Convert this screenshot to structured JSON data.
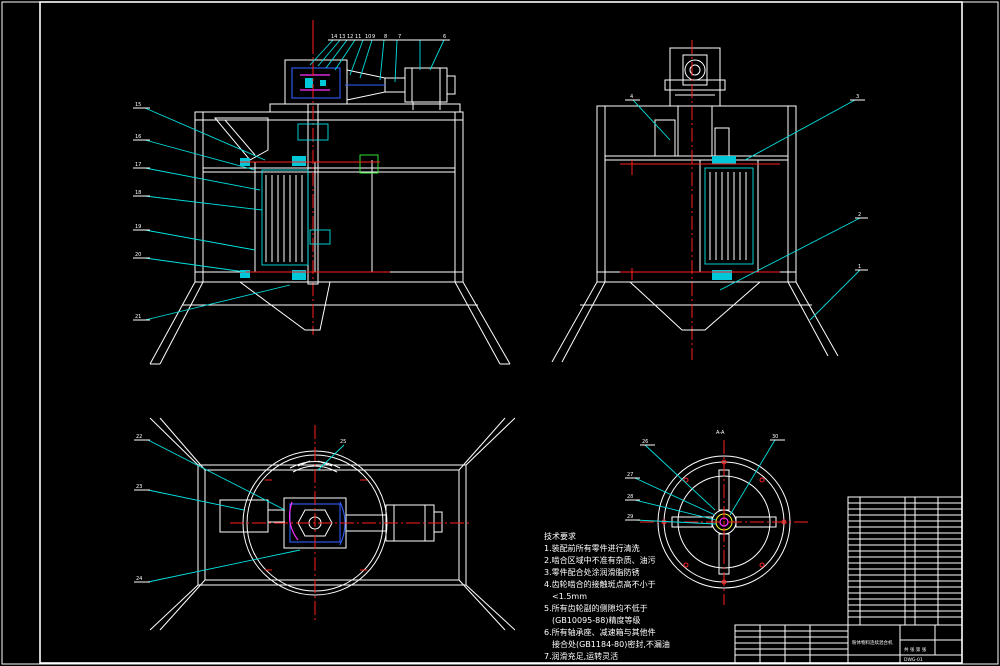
{
  "drawing": {
    "technical_notes": {
      "heading": "技术要求",
      "items": [
        "1.装配前所有零件进行清洗",
        "2.啮合区域中不准有杂质、油污",
        "3.零件配合处涂润滑脂防锈",
        "4.齿轮啮合的接触斑点高不小于",
        "<1.5mm",
        "5.所有齿轮副的侧隙均不低于",
        "(GB10095-88)精度等级",
        "6.所有轴承座、减速箱与其他件",
        "接合处(GB1184-80)密封,不漏油",
        "7.润滑充足,运转灵活"
      ]
    },
    "title_block": {
      "title": "粉体物料连续混合机",
      "drawing_no": "DWG-01",
      "sheet": "共 张 第 张"
    },
    "section_label": "A-A",
    "part_callouts": {
      "front_top": [
        "14",
        "13",
        "12",
        "11",
        "10",
        "9",
        "8",
        "7",
        "6"
      ],
      "front_left": [
        "15",
        "16",
        "17",
        "18",
        "19",
        "20",
        "21"
      ],
      "side": [
        "4",
        "3",
        "2",
        "1"
      ],
      "plan": [
        "22",
        "23",
        "24",
        "25"
      ],
      "section": [
        "26",
        "27",
        "28",
        "29",
        "30"
      ]
    },
    "colors": {
      "background": "#000000",
      "outline": "#ffffff",
      "leader": "#00e0e0",
      "center_line": "#ff2020",
      "hidden": "#3060ff",
      "accent": "#ff30ff"
    }
  }
}
